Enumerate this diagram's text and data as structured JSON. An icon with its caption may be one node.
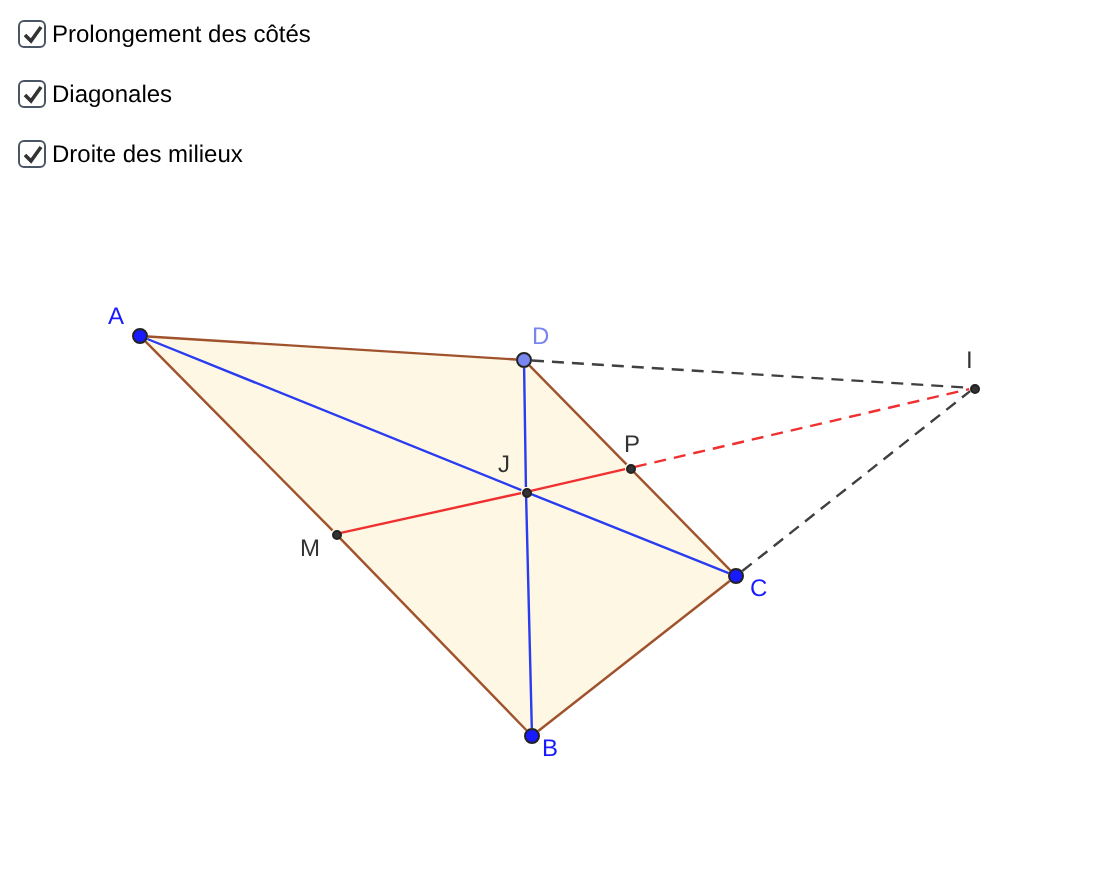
{
  "diagram": {
    "nodes": [
      {
        "text": [],
        "shape": "circle",
        "beside": [
          "A"
        ]
      },
      {
        "text": [],
        "shape": "circle",
        "beside": [
          "D"
        ]
      },
      {
        "text": [],
        "shape": "circle",
        "beside": [
          "I"
        ]
      },
      {
        "text": [],
        "shape": "circle",
        "beside": [
          "P"
        ]
      },
      {
        "text": [],
        "shape": "circle",
        "beside": [
          "J"
        ]
      },
      {
        "text": [],
        "shape": "circle",
        "beside": [
          "M"
        ]
      },
      {
        "text": [],
        "shape": "circle",
        "beside": [
          "C"
        ]
      },
      {
        "text": [],
        "shape": "circle",
        "beside": [
          "B"
        ]
      }
    ],
    "edges": [
      {
        "from": 0,
        "to": 1,
        "arrow": "none"
      },
      {
        "from": 1,
        "to": 3,
        "arrow": "none"
      },
      {
        "from": 3,
        "to": 6,
        "arrow": "none"
      },
      {
        "from": 6,
        "to": 7,
        "arrow": "none"
      },
      {
        "from": 7,
        "to": 5,
        "arrow": "none"
      },
      {
        "from": 5,
        "to": 0,
        "arrow": "none"
      },
      {
        "from": 0,
        "to": 4,
        "arrow": "none",
        "color": "#2a3cf0"
      },
      {
        "from": 4,
        "to": 6,
        "arrow": "none",
        "color": "#2a3cf0"
      },
      {
        "from": 1,
        "to": 4,
        "arrow": "none",
        "color": "#2a3cf0"
      },
      {
        "from": 4,
        "to": 7,
        "arrow": "none",
        "color": "#2a3cf0"
      },
      {
        "from": 5,
        "to": 4,
        "arrow": "none",
        "color": "#f03030"
      },
      {
        "from": 4,
        "to": 3,
        "arrow": "none",
        "color": "#f03030"
      },
      {
        "from": 3,
        "to": 2,
        "arrow": "none",
        "style": "dashed",
        "color": "#f03030"
      },
      {
        "from": 1,
        "to": 2,
        "arrow": "none",
        "style": "dashed",
        "color": "#404040"
      },
      {
        "from": 6,
        "to": 2,
        "arrow": "none",
        "style": "dashed",
        "color": "#404040"
      }
    ],
    "labels": [
      "Prolongement des côtés",
      "Diagonales",
      "Droite des milieux"
    ]
  }
}
